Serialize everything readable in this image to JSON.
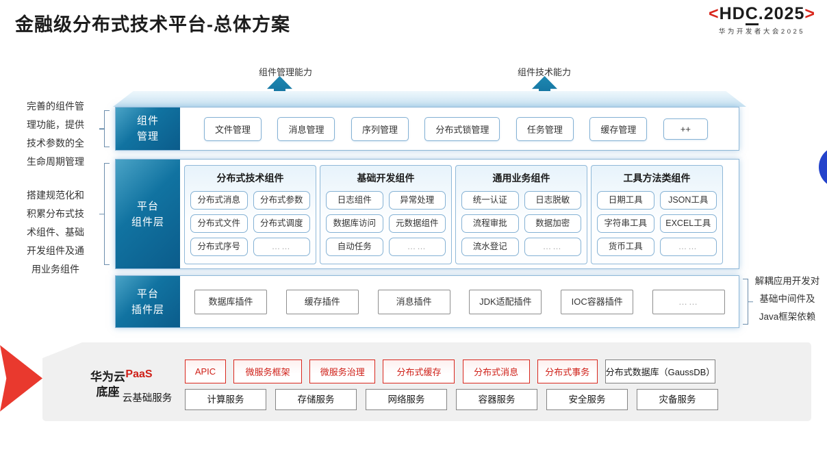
{
  "title": "金融级分布式技术平台-总体方案",
  "logo": {
    "bracket_left": "<",
    "name_pre": "HD",
    "name_underlined": "C",
    "name_post": ".2025",
    "bracket_right": ">",
    "subtitle": "华为开发者大会2025"
  },
  "capabilities": {
    "management": "组件管理能力",
    "technical": "组件技术能力"
  },
  "notes": {
    "left_top": "完善的组件管\n理功能，提供\n技术参数的全\n生命周期管理",
    "left_bottom": "搭建规范化和\n积累分布式技\n术组件、基础\n开发组件及通\n用业务组件",
    "right": "解耦应用开发对\n基础中间件及\nJava框架依赖"
  },
  "component_mgmt": {
    "label": "组件\n管理",
    "items": [
      "文件管理",
      "消息管理",
      "序列管理",
      "分布式锁管理",
      "任务管理",
      "缓存管理",
      "++"
    ]
  },
  "platform_components": {
    "label": "平台\n组件层",
    "columns": [
      {
        "header": "分布式技术组件",
        "items": [
          "分布式消息",
          "分布式参数",
          "分布式文件",
          "分布式调度",
          "分布式序号",
          "……"
        ]
      },
      {
        "header": "基础开发组件",
        "items": [
          "日志组件",
          "异常处理",
          "数据库访问",
          "元数据组件",
          "自动任务",
          "……"
        ]
      },
      {
        "header": "通用业务组件",
        "items": [
          "统一认证",
          "日志脱敏",
          "流程审批",
          "数据加密",
          "流水登记",
          "……"
        ]
      },
      {
        "header": "工具方法类组件",
        "items": [
          "日期工具",
          "JSON工具",
          "字符串工具",
          "EXCEL工具",
          "货币工具",
          "……"
        ]
      }
    ]
  },
  "platform_plugins": {
    "label": "平台\n插件层",
    "items": [
      "数据库插件",
      "缓存插件",
      "消息插件",
      "JDK适配插件",
      "IOC容器插件",
      "……"
    ]
  },
  "cloud_base": {
    "label": "华为云\n底座",
    "paas_label": "PaaS",
    "paas_items": [
      "APIC",
      "微服务框架",
      "微服务治理",
      "分布式缓存",
      "分布式消息",
      "分布式事务"
    ],
    "paas_db": "分布式数据库（GaussDB）",
    "iaas_label": "云基础服务",
    "iaas_items": [
      "计算服务",
      "存储服务",
      "网络服务",
      "容器服务",
      "安全服务",
      "灾备服务"
    ]
  },
  "colors": {
    "teal_dark": "#0b5c8b",
    "teal_light": "#4aa3c6",
    "accent_red": "#d9261c",
    "arrow_red": "#e9392e",
    "blue_circle": "#2443cb",
    "border_blue": "#8fb8d8",
    "border_gray": "#8d8d8d"
  }
}
